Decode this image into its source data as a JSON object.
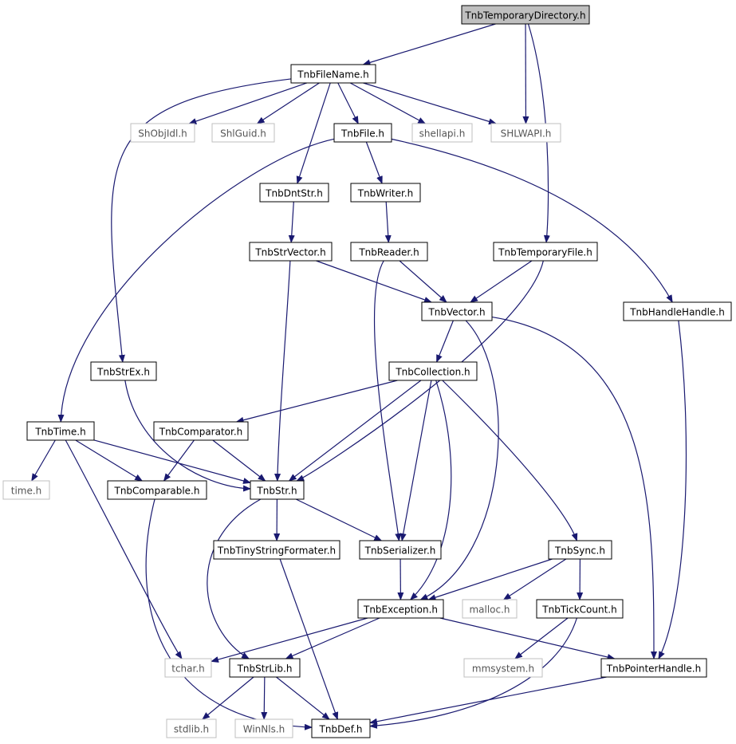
{
  "colors": {
    "edge": "#191970",
    "root_fill": "#bfbfbf",
    "node_border": "#000000",
    "external_border": "#bfbfbf",
    "text": "#000000",
    "external_text": "#555555"
  },
  "nodes": [
    {
      "id": "root",
      "label": "TnbTemporaryDirectory.h",
      "kind": "root"
    },
    {
      "id": "filename",
      "label": "TnbFileName.h",
      "kind": "file"
    },
    {
      "id": "shobjidl",
      "label": "ShObjIdl.h",
      "kind": "external"
    },
    {
      "id": "shlguid",
      "label": "ShlGuid.h",
      "kind": "external"
    },
    {
      "id": "file",
      "label": "TnbFile.h",
      "kind": "file"
    },
    {
      "id": "shellapi",
      "label": "shellapi.h",
      "kind": "external"
    },
    {
      "id": "shlwapi",
      "label": "SHLWAPI.h",
      "kind": "external"
    },
    {
      "id": "dntstr",
      "label": "TnbDntStr.h",
      "kind": "file"
    },
    {
      "id": "writer",
      "label": "TnbWriter.h",
      "kind": "file"
    },
    {
      "id": "strvector",
      "label": "TnbStrVector.h",
      "kind": "file"
    },
    {
      "id": "reader",
      "label": "TnbReader.h",
      "kind": "file"
    },
    {
      "id": "tempfile",
      "label": "TnbTemporaryFile.h",
      "kind": "file"
    },
    {
      "id": "vector",
      "label": "TnbVector.h",
      "kind": "file"
    },
    {
      "id": "handlehandle",
      "label": "TnbHandleHandle.h",
      "kind": "file"
    },
    {
      "id": "strex",
      "label": "TnbStrEx.h",
      "kind": "file"
    },
    {
      "id": "collection",
      "label": "TnbCollection.h",
      "kind": "file"
    },
    {
      "id": "time",
      "label": "TnbTime.h",
      "kind": "file"
    },
    {
      "id": "comparator",
      "label": "TnbComparator.h",
      "kind": "file"
    },
    {
      "id": "timeh",
      "label": "time.h",
      "kind": "external"
    },
    {
      "id": "comparable",
      "label": "TnbComparable.h",
      "kind": "file"
    },
    {
      "id": "str",
      "label": "TnbStr.h",
      "kind": "file"
    },
    {
      "id": "tinystr",
      "label": "TnbTinyStringFormater.h",
      "kind": "file"
    },
    {
      "id": "serializer",
      "label": "TnbSerializer.h",
      "kind": "file"
    },
    {
      "id": "sync",
      "label": "TnbSync.h",
      "kind": "file"
    },
    {
      "id": "exception",
      "label": "TnbException.h",
      "kind": "file"
    },
    {
      "id": "malloc",
      "label": "malloc.h",
      "kind": "external"
    },
    {
      "id": "tickcount",
      "label": "TnbTickCount.h",
      "kind": "file"
    },
    {
      "id": "tchar",
      "label": "tchar.h",
      "kind": "external"
    },
    {
      "id": "strlib",
      "label": "TnbStrLib.h",
      "kind": "file"
    },
    {
      "id": "mmsystem",
      "label": "mmsystem.h",
      "kind": "external"
    },
    {
      "id": "pointerhandle",
      "label": "TnbPointerHandle.h",
      "kind": "file"
    },
    {
      "id": "stdlib",
      "label": "stdlib.h",
      "kind": "external"
    },
    {
      "id": "winnls",
      "label": "WinNls.h",
      "kind": "external"
    },
    {
      "id": "def",
      "label": "TnbDef.h",
      "kind": "file"
    }
  ],
  "edges": [
    [
      "root",
      "filename"
    ],
    [
      "root",
      "shlwapi"
    ],
    [
      "root",
      "tempfile"
    ],
    [
      "filename",
      "shobjidl"
    ],
    [
      "filename",
      "shlguid"
    ],
    [
      "filename",
      "file"
    ],
    [
      "filename",
      "shellapi"
    ],
    [
      "filename",
      "shlwapi"
    ],
    [
      "filename",
      "dntstr"
    ],
    [
      "filename",
      "strex"
    ],
    [
      "file",
      "writer"
    ],
    [
      "file",
      "handlehandle"
    ],
    [
      "file",
      "time"
    ],
    [
      "dntstr",
      "strvector"
    ],
    [
      "writer",
      "reader"
    ],
    [
      "strvector",
      "vector"
    ],
    [
      "strvector",
      "str"
    ],
    [
      "reader",
      "vector"
    ],
    [
      "reader",
      "serializer"
    ],
    [
      "tempfile",
      "vector"
    ],
    [
      "tempfile",
      "str"
    ],
    [
      "vector",
      "collection"
    ],
    [
      "vector",
      "exception"
    ],
    [
      "vector",
      "pointerhandle"
    ],
    [
      "handlehandle",
      "pointerhandle"
    ],
    [
      "strex",
      "str"
    ],
    [
      "collection",
      "comparator"
    ],
    [
      "collection",
      "str"
    ],
    [
      "collection",
      "serializer"
    ],
    [
      "collection",
      "exception"
    ],
    [
      "collection",
      "sync"
    ],
    [
      "time",
      "timeh"
    ],
    [
      "time",
      "comparable"
    ],
    [
      "time",
      "str"
    ],
    [
      "time",
      "tchar"
    ],
    [
      "comparator",
      "comparable"
    ],
    [
      "comparator",
      "str"
    ],
    [
      "comparable",
      "def"
    ],
    [
      "str",
      "tinystr"
    ],
    [
      "str",
      "serializer"
    ],
    [
      "str",
      "strlib"
    ],
    [
      "tinystr",
      "def"
    ],
    [
      "serializer",
      "exception"
    ],
    [
      "sync",
      "exception"
    ],
    [
      "sync",
      "malloc"
    ],
    [
      "sync",
      "tickcount"
    ],
    [
      "exception",
      "tchar"
    ],
    [
      "exception",
      "strlib"
    ],
    [
      "exception",
      "pointerhandle"
    ],
    [
      "tickcount",
      "mmsystem"
    ],
    [
      "tickcount",
      "def"
    ],
    [
      "strlib",
      "stdlib"
    ],
    [
      "strlib",
      "winnls"
    ],
    [
      "strlib",
      "def"
    ],
    [
      "pointerhandle",
      "def"
    ]
  ]
}
